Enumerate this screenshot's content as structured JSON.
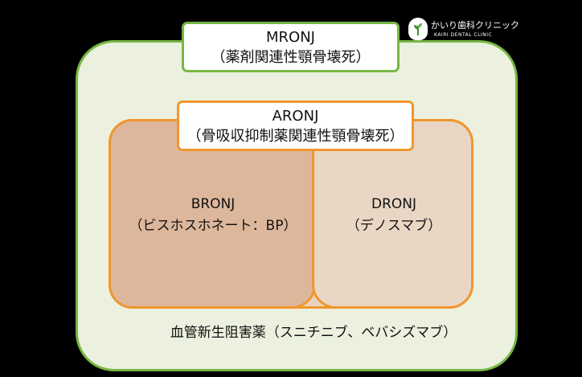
{
  "logo": {
    "name": "かいり歯科クリニック",
    "subtitle": "KAIRI DENTAL CLINIC"
  },
  "mronj": {
    "abbr": "MRONJ",
    "full": "（薬剤関連性顎骨壊死）"
  },
  "aronj": {
    "abbr": "ARONJ",
    "full": "（骨吸収抑制薬関連性顎骨壊死）"
  },
  "bronj": {
    "abbr": "BRONJ",
    "full": "（ビスホスホネート：BP）"
  },
  "dronj": {
    "abbr": "DRONJ",
    "full": "（デノスマブ）"
  },
  "angiogenesis": {
    "label": "血管新生阻害薬（スニチニブ、ベバシズマブ）"
  },
  "colors": {
    "outer_fill": "#ebf1de",
    "outer_border": "#77b744",
    "aronj_border": "#f1962f",
    "bronj_fill": "#ddb79b",
    "dronj_fill": "#e9d6c5"
  }
}
